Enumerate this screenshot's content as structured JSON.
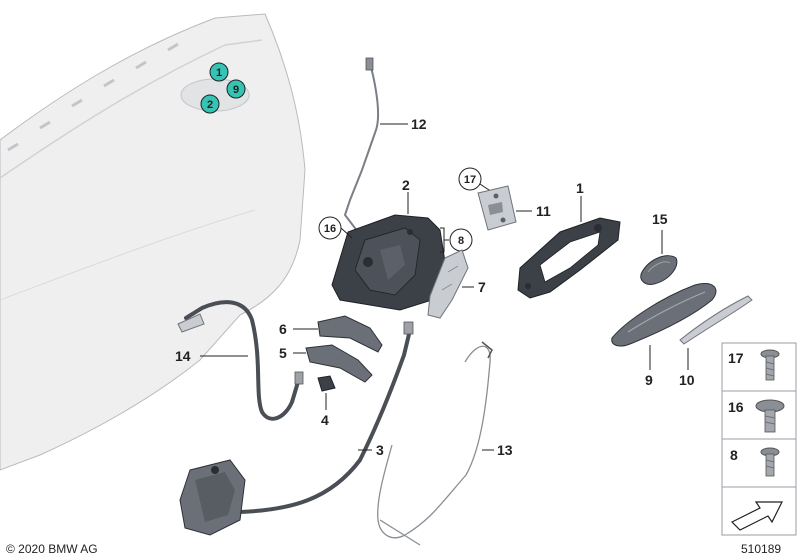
{
  "callouts": {
    "c1": "1",
    "c2": "2",
    "c3": "3",
    "c4": "4",
    "c5": "5",
    "c6": "6",
    "c7": "7",
    "c8": "8",
    "c9": "9",
    "c10": "10",
    "c11": "11",
    "c12": "12",
    "c13": "13",
    "c14": "14",
    "c15": "15",
    "c16": "16",
    "c17": "17"
  },
  "door_markers": {
    "m1": "1",
    "m2": "2",
    "m9": "9"
  },
  "screw_panel": {
    "s17": "17",
    "s16": "16",
    "s8": "8"
  },
  "footer": {
    "copyright": "© 2020 BMW AG",
    "diagram_number": "510189"
  },
  "colors": {
    "marker_fill": "#36c3b4",
    "door_fill": "#efefef",
    "part_dark": "#3c4047"
  }
}
